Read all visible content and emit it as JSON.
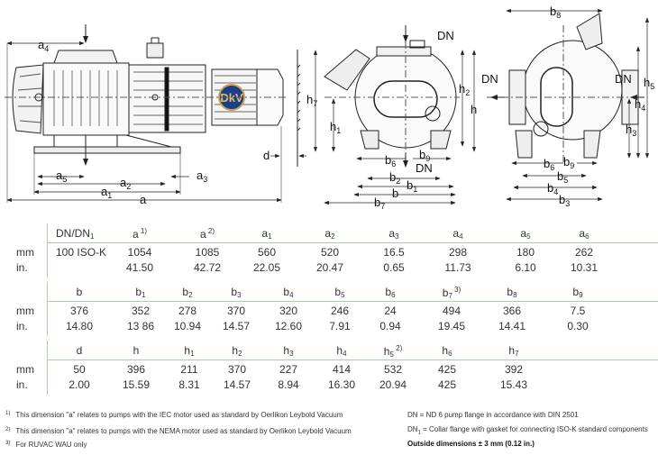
{
  "drawing": {
    "logo_text": "DkV",
    "side_view_labels": [
      "a4",
      "a5",
      "a2",
      "a3",
      "a1",
      "a",
      "d"
    ],
    "front_view_labels": [
      "DN",
      "h7",
      "h1",
      "h2",
      "h",
      "b6",
      "b9",
      "DN",
      "b2",
      "b1",
      "b",
      "b7"
    ],
    "end_view_labels": [
      "b8",
      "DN",
      "DN",
      "h5",
      "h4",
      "h3",
      "b6",
      "b9",
      "b5",
      "b4",
      "b3"
    ]
  },
  "tables": [
    {
      "headers": [
        {
          "base": "DN/DN",
          "sub": "1",
          "sup": ""
        },
        {
          "base": "a",
          "sub": "",
          "sup": "1)"
        },
        {
          "base": "a",
          "sub": "",
          "sup": "2)"
        },
        {
          "base": "a",
          "sub": "1",
          "sup": ""
        },
        {
          "base": "a",
          "sub": "2",
          "sup": ""
        },
        {
          "base": "a",
          "sub": "3",
          "sup": ""
        },
        {
          "base": "a",
          "sub": "4",
          "sup": ""
        },
        {
          "base": "a",
          "sub": "5",
          "sup": ""
        },
        {
          "base": "a",
          "sub": "6",
          "sup": ""
        }
      ],
      "rows": [
        {
          "unit": "mm",
          "values": [
            "100 ISO-K",
            "1054",
            "1085",
            "560",
            "520",
            "16.5",
            "298",
            "180",
            "262"
          ]
        },
        {
          "unit": "in.",
          "values": [
            "",
            "41.50",
            "42.72",
            "22.05",
            "20.47",
            "0.65",
            "11.73",
            "6.10",
            "10.31"
          ]
        }
      ]
    },
    {
      "headers": [
        {
          "base": "b",
          "sub": "",
          "sup": ""
        },
        {
          "base": "b",
          "sub": "1",
          "sup": ""
        },
        {
          "base": "b",
          "sub": "2",
          "sup": ""
        },
        {
          "base": "b",
          "sub": "3",
          "sup": ""
        },
        {
          "base": "b",
          "sub": "4",
          "sup": ""
        },
        {
          "base": "b",
          "sub": "5",
          "sup": ""
        },
        {
          "base": "b",
          "sub": "6",
          "sup": ""
        },
        {
          "base": "b",
          "sub": "7",
          "sup": "3)"
        },
        {
          "base": "b",
          "sub": "8",
          "sup": ""
        },
        {
          "base": "b",
          "sub": "9",
          "sup": ""
        }
      ],
      "rows": [
        {
          "unit": "mm",
          "values": [
            "376",
            "352",
            "278",
            "370",
            "320",
            "246",
            "24",
            "494",
            "366",
            "7.5"
          ]
        },
        {
          "unit": "in.",
          "values": [
            "14.80",
            "13 86",
            "10.94",
            "14.57",
            "12.60",
            "7.91",
            "0.94",
            "19.45",
            "14.41",
            "0.30"
          ]
        }
      ]
    },
    {
      "headers": [
        {
          "base": "d",
          "sub": "",
          "sup": ""
        },
        {
          "base": "h",
          "sub": "",
          "sup": ""
        },
        {
          "base": "h",
          "sub": "1",
          "sup": ""
        },
        {
          "base": "h",
          "sub": "2",
          "sup": ""
        },
        {
          "base": "h",
          "sub": "3",
          "sup": ""
        },
        {
          "base": "h",
          "sub": "4",
          "sup": ""
        },
        {
          "base": "h",
          "sub": "5",
          "sup": "2)"
        },
        {
          "base": "h",
          "sub": "6",
          "sup": ""
        },
        {
          "base": "h",
          "sub": "7",
          "sup": ""
        }
      ],
      "rows": [
        {
          "unit": "mm",
          "values": [
            "50",
            "396",
            "211",
            "370",
            "227",
            "414",
            "532",
            "425",
            "392"
          ]
        },
        {
          "unit": "in.",
          "values": [
            "2.00",
            "15.59",
            "8.31",
            "14.57",
            "8.94",
            "16.30",
            "20.94",
            "425",
            "15.43"
          ]
        }
      ]
    }
  ],
  "footnotes_left": [
    {
      "mark": "1)",
      "text": "This dimension \"a\" relates to pumps with the IEC motor used as standard by Oerlikon Leybold Vacuum"
    },
    {
      "mark": "2)",
      "text": "This dimension \"a\" relates to pumps with the NEMA motor used as standard by Oerlikon Leybold Vacuum"
    },
    {
      "mark": "3)",
      "text": "For RUVAC WAU only"
    }
  ],
  "footnotes_right": {
    "dn": "DN   = ND 6 pump flange in accordance with DIN 2501",
    "dn1_prefix": "DN",
    "dn1_sub": "1",
    "dn1_text": " = Collar flange with gasket for connecting ISO-K standard components",
    "tolerance": "Outside dimensions ± 3 mm (0.12 in.)"
  }
}
